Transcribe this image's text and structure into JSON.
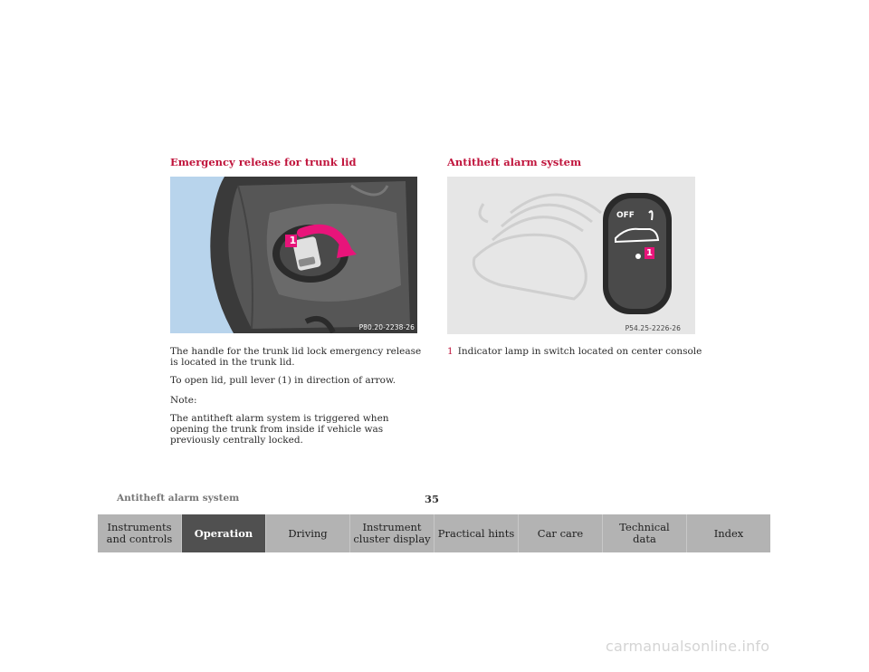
{
  "left_column": {
    "heading": "Emergency release for trunk lid",
    "figure": {
      "code": "P80.20-2238-26",
      "callout": "1"
    },
    "paragraph_1": "The handle for the trunk lid lock emergency release is located in the trunk lid.",
    "paragraph_2": "To open lid, pull lever (1) in direction of arrow.",
    "note_label": "Note:",
    "note_text": "The antitheft alarm system is triggered when opening the trunk from inside if vehicle was previously centrally locked."
  },
  "right_column": {
    "heading": "Antitheft alarm system",
    "figure": {
      "code": "P54.25-2226-26",
      "switch_label": "OFF",
      "callout": "1"
    },
    "caption_number": "1",
    "caption_text": "Indicator lamp in switch located on center console"
  },
  "footer": {
    "section": "Antitheft alarm system",
    "page_number": "35"
  },
  "nav": {
    "tabs": [
      {
        "label": "Instruments\nand controls",
        "active": false
      },
      {
        "label": "Operation",
        "active": true
      },
      {
        "label": "Driving",
        "active": false
      },
      {
        "label": "Instrument\ncluster display",
        "active": false
      },
      {
        "label": "Practical hints",
        "active": false
      },
      {
        "label": "Car care",
        "active": false
      },
      {
        "label": "Technical\ndata",
        "active": false
      },
      {
        "label": "Index",
        "active": false
      }
    ]
  },
  "watermark": "carmanualsonline.info",
  "colors": {
    "heading": "#c0143c",
    "nav_active": "#505050",
    "nav_inactive": "#b3b3b3",
    "callout": "#c0143c",
    "figure_sky": "#b8d4ec"
  }
}
